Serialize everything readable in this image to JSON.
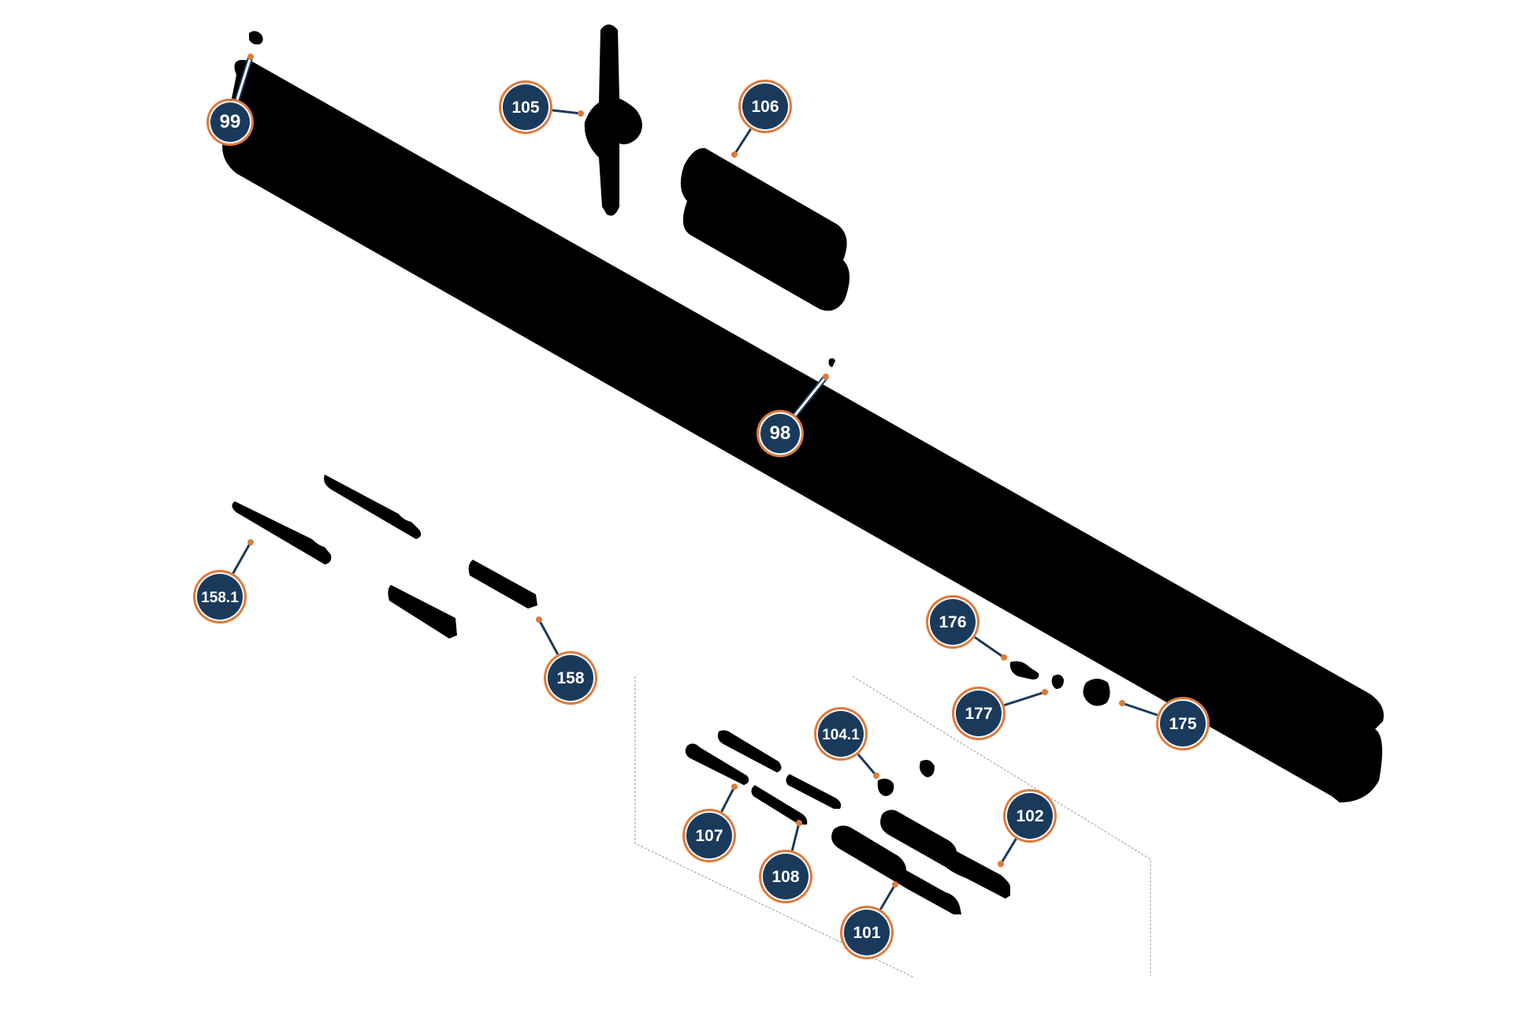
{
  "colors": {
    "part_fill": "#000000",
    "callout_fill": "#1a3a5c",
    "callout_ring": "#e07a3a",
    "leader_line": "#1a3a5c",
    "leader_dot": "#e07a3a",
    "guide_line": "#9a9a9a"
  },
  "callouts": {
    "c99": "99",
    "c98": "98",
    "c105": "105",
    "c106": "106",
    "c158_1": "158.1",
    "c158": "158",
    "c176": "176",
    "c177": "177",
    "c175": "175",
    "c104_1": "104.1",
    "c102": "102",
    "c107": "107",
    "c108": "108",
    "c101": "101"
  }
}
